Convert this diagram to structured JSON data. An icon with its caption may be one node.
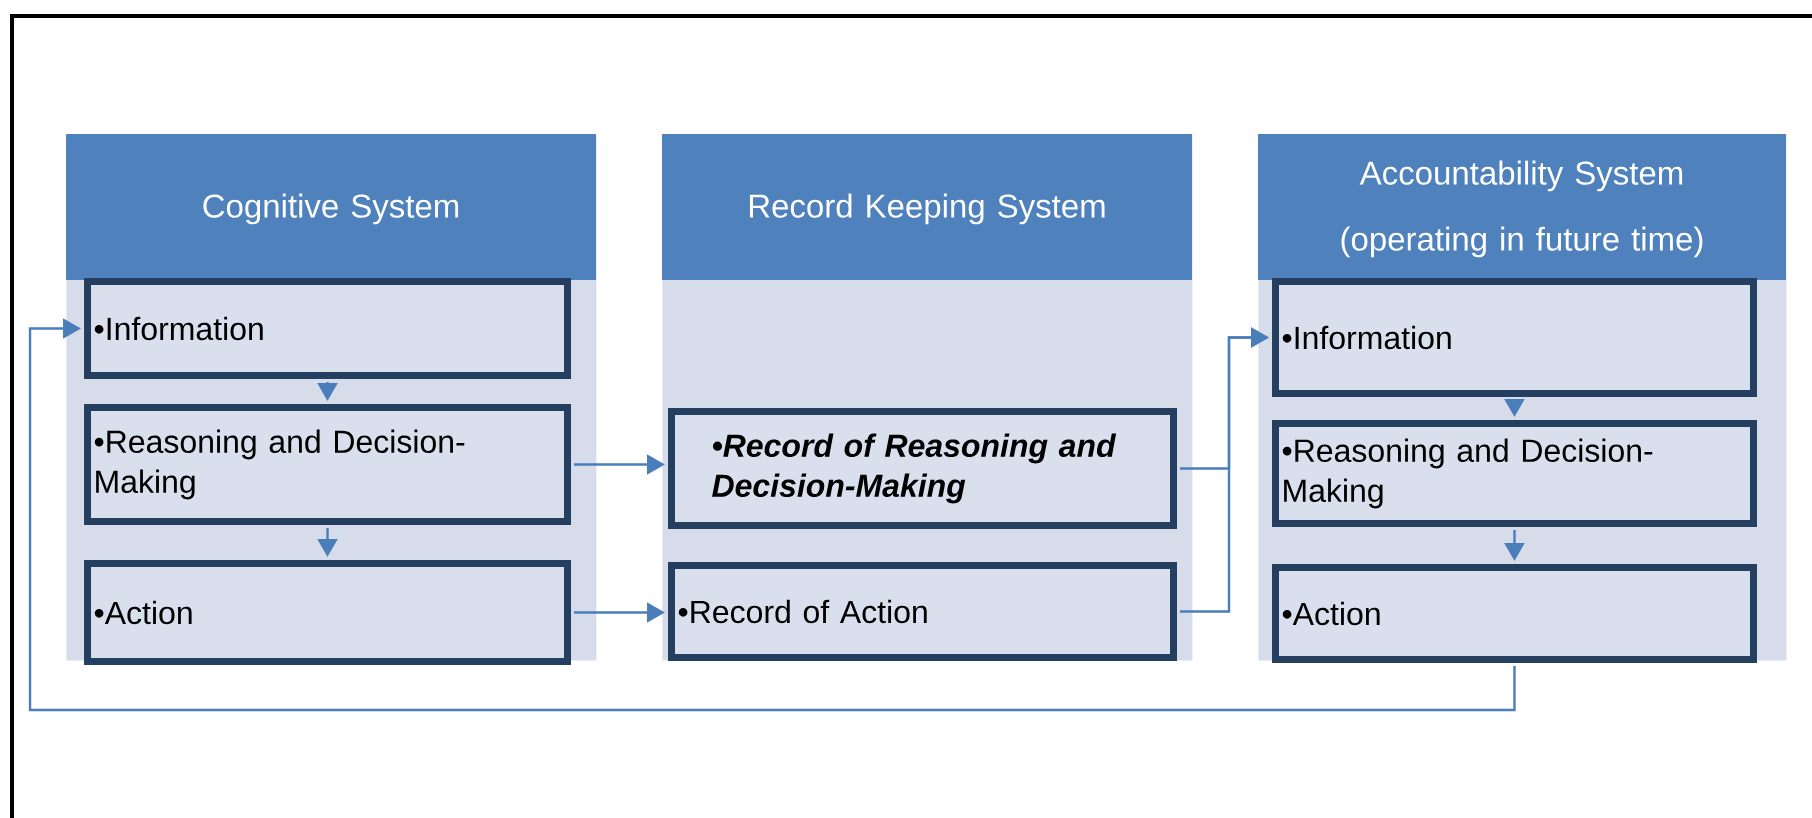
{
  "diagram": {
    "nodes": [
      {
        "text": [
          "Cognitive System"
        ]
      },
      {
        "text": [
          "•Information"
        ],
        "in": 0
      },
      {
        "text": [
          "•Reasoning and Decision-Making"
        ],
        "in": 0
      },
      {
        "text": [
          "•Action"
        ],
        "in": 0
      },
      {
        "text": [
          "Record Keeping System"
        ]
      },
      {
        "text": [
          "•Record of Reasoning and Decision-Making"
        ],
        "in": 4
      },
      {
        "text": [
          "•Record of Action"
        ],
        "in": 4
      },
      {
        "text": [
          "Accountability System (operating in future time)"
        ]
      },
      {
        "text": [
          "•Information"
        ],
        "in": 7
      },
      {
        "text": [
          "•Reasoning and Decision-Making"
        ],
        "in": 7
      },
      {
        "text": [
          "•Action"
        ],
        "in": 7
      }
    ],
    "edges": [
      {
        "from": 1,
        "to": 2,
        "arrow": "to"
      },
      {
        "from": 2,
        "to": 3,
        "arrow": "to"
      },
      {
        "from": 2,
        "to": 5,
        "arrow": "to"
      },
      {
        "from": 3,
        "to": 6,
        "arrow": "to"
      },
      {
        "from": 5,
        "to": 8,
        "arrow": "to"
      },
      {
        "from": 6,
        "to": 8,
        "arrow": "to"
      },
      {
        "from": 8,
        "to": 9,
        "arrow": "to"
      },
      {
        "from": 9,
        "to": 10,
        "arrow": "to"
      },
      {
        "from": 10,
        "to": 1,
        "arrow": "to"
      }
    ]
  }
}
